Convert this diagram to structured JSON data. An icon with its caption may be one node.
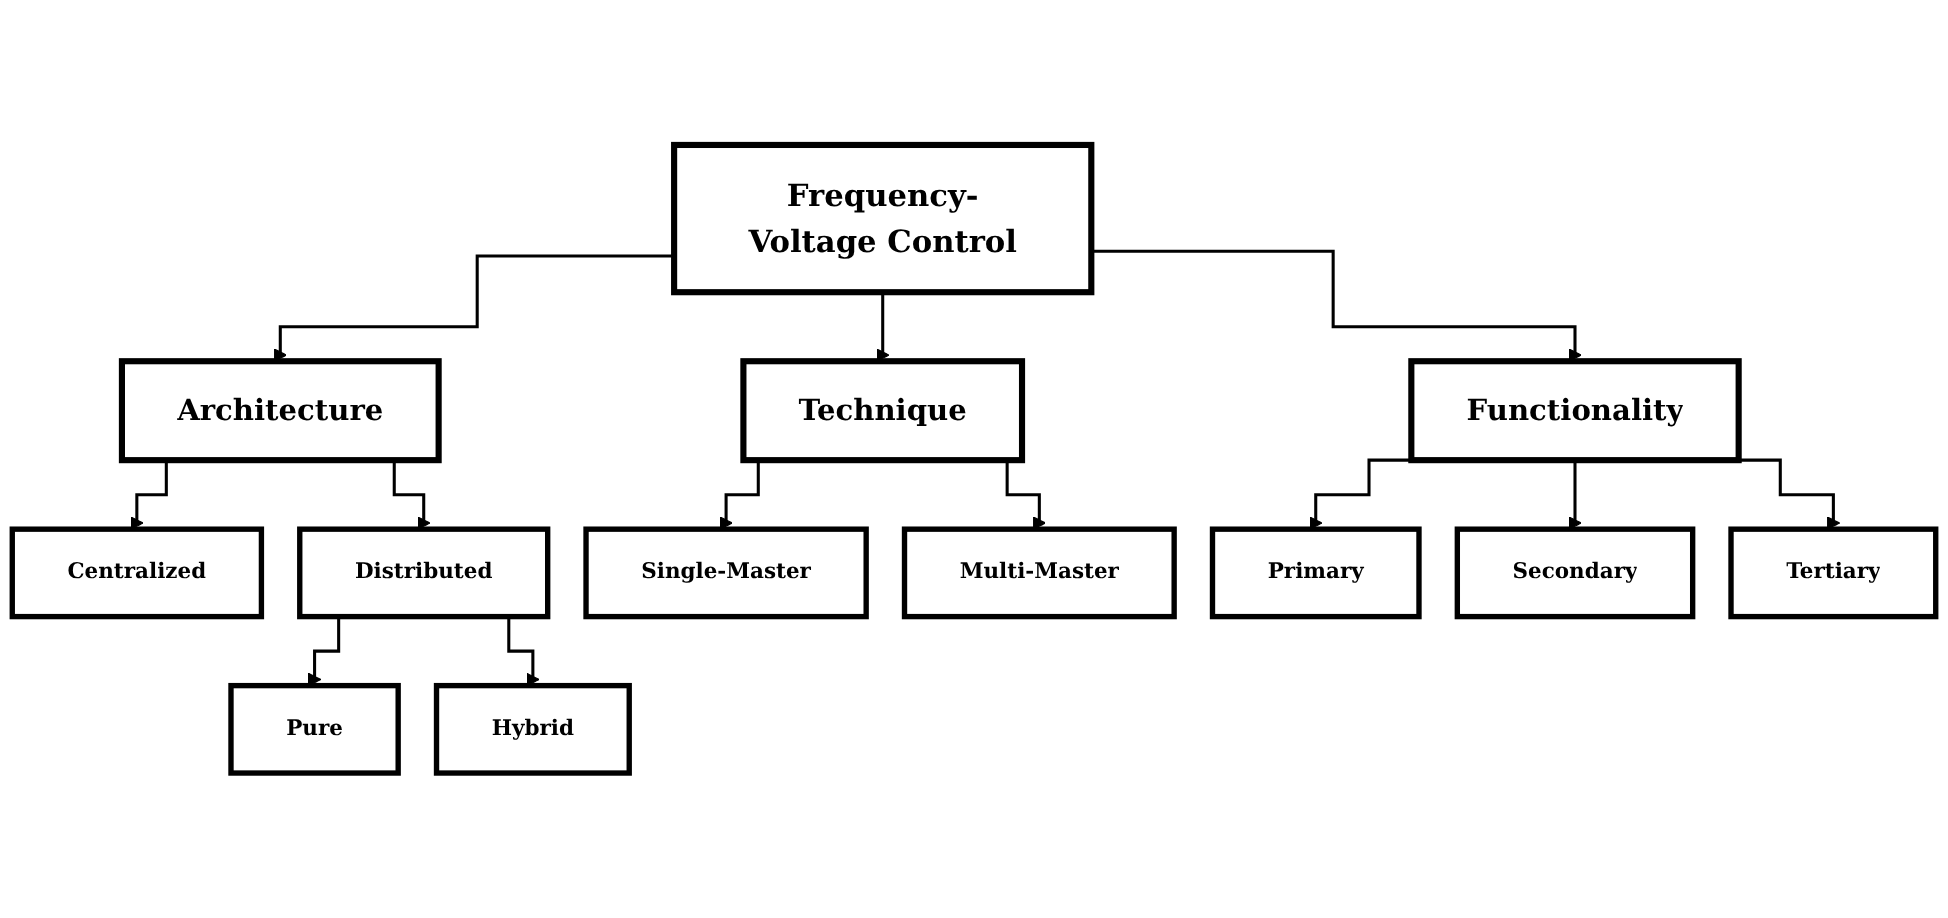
{
  "diagram": {
    "nodes": [
      {
        "text": [
          "Frequency-Voltage Control"
        ]
      },
      {
        "text": [
          "Architecture"
        ]
      },
      {
        "text": [
          "Technique"
        ]
      },
      {
        "text": [
          "Functionality"
        ]
      },
      {
        "text": [
          "Centralized"
        ]
      },
      {
        "text": [
          "Distributed"
        ]
      },
      {
        "text": [
          "Single-Master"
        ]
      },
      {
        "text": [
          "Multi-Master"
        ]
      },
      {
        "text": [
          "Primary"
        ]
      },
      {
        "text": [
          "Secondary"
        ]
      },
      {
        "text": [
          "Tertiary"
        ]
      },
      {
        "text": [
          "Pure"
        ]
      },
      {
        "text": [
          "Hybrid"
        ]
      }
    ],
    "edges": [
      {
        "from": 0,
        "to": 1,
        "arrow": "to"
      },
      {
        "from": 0,
        "to": 2,
        "arrow": "to"
      },
      {
        "from": 0,
        "to": 3,
        "arrow": "to"
      },
      {
        "from": 1,
        "to": 4,
        "arrow": "to"
      },
      {
        "from": 1,
        "to": 5,
        "arrow": "to"
      },
      {
        "from": 2,
        "to": 6,
        "arrow": "to"
      },
      {
        "from": 2,
        "to": 7,
        "arrow": "to"
      },
      {
        "from": 3,
        "to": 8,
        "arrow": "to"
      },
      {
        "from": 3,
        "to": 9,
        "arrow": "to"
      },
      {
        "from": 3,
        "to": 10,
        "arrow": "to"
      },
      {
        "from": 5,
        "to": 11,
        "arrow": "to"
      },
      {
        "from": 5,
        "to": 12,
        "arrow": "to"
      }
    ]
  }
}
